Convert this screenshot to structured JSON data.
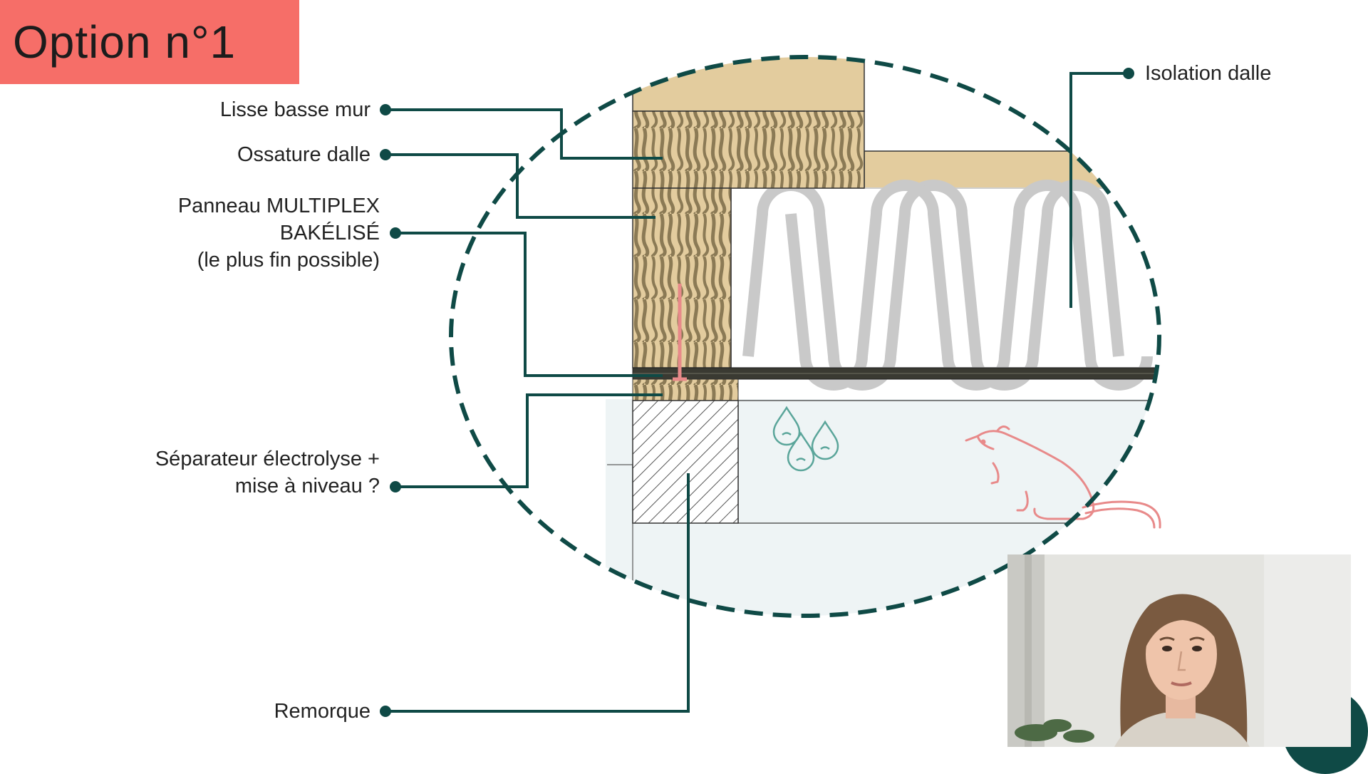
{
  "title": "Option n°1",
  "labels": {
    "lisse_basse_mur": "Lisse basse mur",
    "ossature_dalle": "Ossature dalle",
    "panneau_line1": "Panneau MULTIPLEX",
    "panneau_line2": "BAKÉLISÉ",
    "panneau_line3": "(le plus fin possible)",
    "separateur_line1": "Séparateur électrolyse +",
    "separateur_line2": "mise à niveau ?",
    "remorque": "Remorque",
    "isolation_dalle": "Isolation dalle"
  },
  "colors": {
    "title_background": "#f66e68",
    "leader_lines": "#0f4a46",
    "wood_light": "#e3cc9e",
    "wood_grain": "#8b7a55",
    "insulation": "#c9c9c9",
    "accent_pink": "#e88a8a",
    "drop_teal": "#5aa59a"
  },
  "icons": [
    "screw-icon",
    "water-drop-icon",
    "rat-icon"
  ],
  "video": {
    "participant": "webcam-participant"
  }
}
